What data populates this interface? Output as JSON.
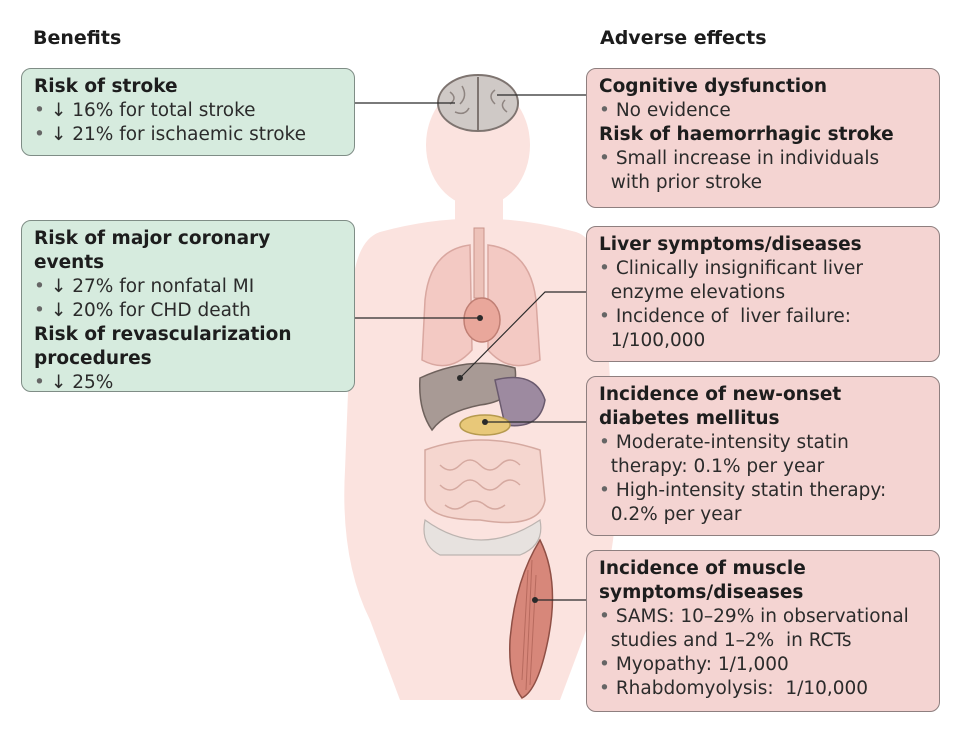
{
  "benefits": {
    "heading": "Benefits",
    "boxes": [
      {
        "title": "Risk of stroke",
        "items": [
          "↓ 16% for total stroke",
          "↓ 21% for ischaemic stroke"
        ]
      },
      {
        "title": "Risk of major coronary events",
        "items": [
          "↓ 27% for nonfatal MI",
          "↓ 20% for CHD death"
        ],
        "title2_line1": "Risk of revascularization",
        "title2_line2": "procedures",
        "items2": [
          "↓ 25%"
        ]
      }
    ]
  },
  "adverse": {
    "heading": "Adverse effects",
    "boxes": [
      {
        "title": "Cognitive dysfunction",
        "item": "No evidence",
        "title2": "Risk of haemorrhagic stroke",
        "item2_line1": "Small increase in individuals",
        "item2_line2": "with prior stroke"
      },
      {
        "title": "Liver symptoms/diseases",
        "item1_line1": "Clinically insignificant liver",
        "item1_line2": "enzyme elevations",
        "item2_line1": "Incidence of  liver failure:",
        "item2_line2": "1/100,000"
      },
      {
        "title_line1": "Incidence of new-onset",
        "title_line2": "diabetes mellitus",
        "item1_line1": "Moderate-intensity statin",
        "item1_line2": "therapy: 0.1% per year",
        "item2_line1": "High-intensity statin therapy:",
        "item2_line2": "0.2% per year"
      },
      {
        "title_line1": "Incidence of  muscle",
        "title_line2": "symptoms/diseases",
        "item1_line1": "SAMS: 10–29% in observational",
        "item1_line2": "studies and 1–2%  in RCTs",
        "item2": "Myopathy: 1/1,000",
        "item3": "Rhabdomyolysis:  1/10,000"
      }
    ]
  },
  "bullet": "•",
  "colors": {
    "benefit_box": "#d6ebde",
    "adverse_box": "#f4d4d2",
    "body_silhouette": "#fbe3df"
  },
  "icons": [
    "brain-icon",
    "heart-lungs-icon",
    "liver-icon",
    "pancreas-icon",
    "intestine-icon",
    "muscle-icon"
  ]
}
